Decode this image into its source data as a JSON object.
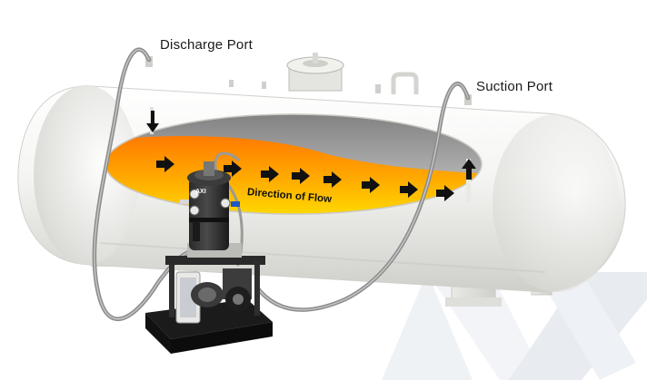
{
  "labels": {
    "discharge_port": "Discharge Port",
    "suction_port": "Suction Port",
    "direction_of_flow": "Direction of Flow"
  },
  "unit_badge": "AXI",
  "colors": {
    "tank_body": "#f3f3f1",
    "tank_shadow": "#d6d6d2",
    "fuel_top": "#ff8a00",
    "fuel_bottom": "#ffe400",
    "vapor_top": "#8a8a8a",
    "vapor_bottom": "#d9d9d9",
    "hose": "#9b9b9b",
    "arrow": "#111111",
    "watermark": "#eef1f5"
  }
}
